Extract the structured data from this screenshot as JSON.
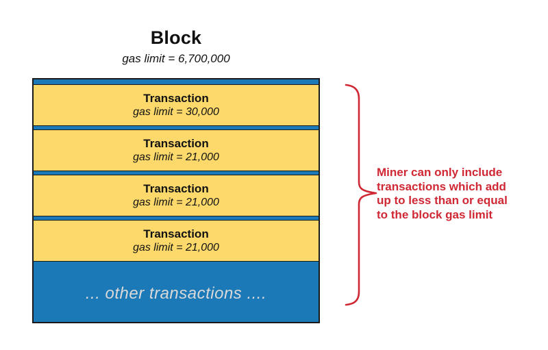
{
  "diagram": {
    "title": "Block",
    "subtitle": "gas limit = 6,700,000",
    "transactions": [
      {
        "label": "Transaction",
        "gas": "gas limit = 30,000"
      },
      {
        "label": "Transaction",
        "gas": "gas limit = 21,000"
      },
      {
        "label": "Transaction",
        "gas": "gas limit = 21,000"
      },
      {
        "label": "Transaction",
        "gas": "gas limit = 21,000"
      }
    ],
    "other_transactions": "... other transactions ....",
    "annotation": {
      "full_text": "Miner can only include transactions which add up to less than or equal to the block gas limit",
      "lines": [
        "Miner can only include",
        "transactions which add",
        "up to less than or equal",
        "to the block gas limit"
      ]
    },
    "colors": {
      "yellow": "#FCD96A",
      "blue": "#1B79B7",
      "red": "#CF2733",
      "ink": "#1A1A1A",
      "other-text": "#D9D9D9"
    }
  }
}
